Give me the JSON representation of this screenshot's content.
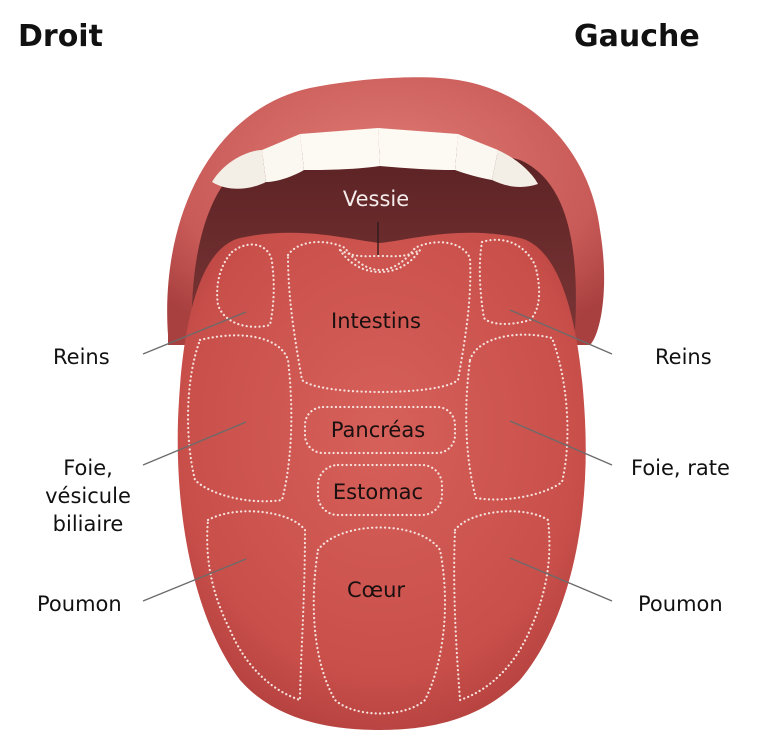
{
  "headers": {
    "right": "Droit",
    "left": "Gauche"
  },
  "side_labels": {
    "reins_left": "Reins",
    "foie_left": [
      "Foie,",
      "vésicule",
      "biliaire"
    ],
    "poumon_left": "Poumon",
    "reins_right": "Reins",
    "foie_right": "Foie, rate",
    "poumon_right": "Poumon"
  },
  "zones": {
    "vessie": "Vessie",
    "intestins": "Intestins",
    "pancreas": "Pancréas",
    "estomac": "Estomac",
    "coeur": "Cœur"
  },
  "colors": {
    "lip": "#c85a57",
    "mouth_inside": "#6f2e2e",
    "teeth": "#fbf8f1",
    "tongue": "#c94f4a",
    "zone_dots": "#f6e2dd"
  }
}
